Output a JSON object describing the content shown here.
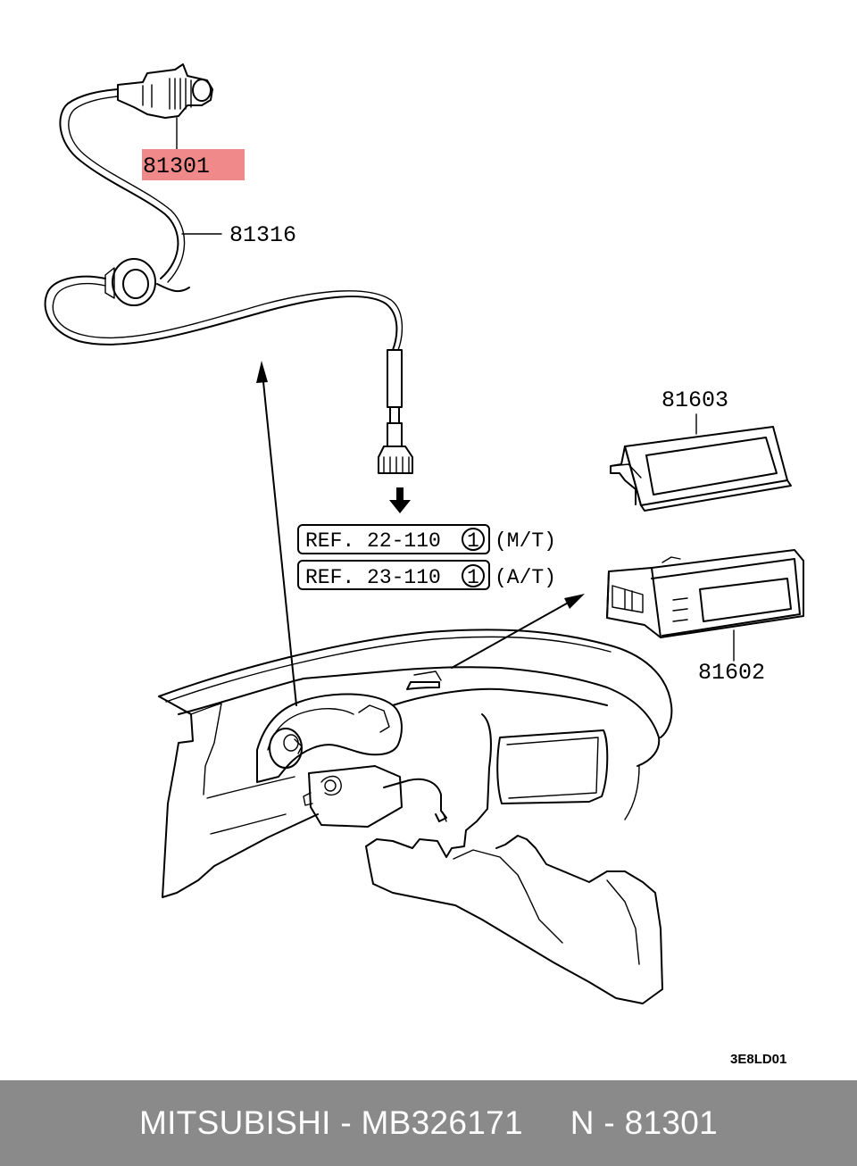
{
  "diagram": {
    "part_labels": {
      "highlighted": "81301",
      "cable": "81316",
      "unit_upper": "81603",
      "unit_lower": "81602"
    },
    "references": [
      {
        "text": "REF. 22-110",
        "circled": "1",
        "suffix": "(M/T)"
      },
      {
        "text": "REF. 23-110",
        "circled": "1",
        "suffix": "(A/T)"
      }
    ],
    "diagram_code": "3E8LD01",
    "highlight_color": "#f08a8a"
  },
  "footer": {
    "text": "MITSUBISHI - MB326171     N - 81301",
    "background": "#8a8a8a",
    "color": "#ffffff"
  }
}
